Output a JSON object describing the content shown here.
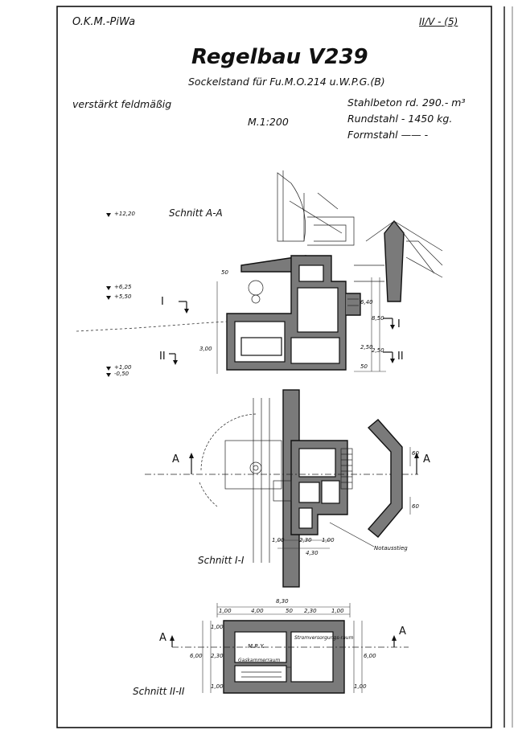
{
  "header": {
    "office": "O.K.M.-PiWa",
    "sheet_ref": "II/V - (5)",
    "title": "Regelbau V239",
    "subtitle": "Sockelstand für Fu.M.O.214 u.W.P.G.(B)",
    "grade": "verstärkt feldmäßig",
    "scale": "M.1:200",
    "concrete": "Stahlbeton rd. 290.- m³",
    "rebar": "Rundstahl - 1450 kg.",
    "profile_steel": "Formstahl —— -"
  },
  "section_aa": {
    "label": "Schnitt A-A",
    "levels": [
      "+12,20",
      "+6,25",
      "+5,50",
      "+1,00",
      "-0,50"
    ],
    "markers": [
      "I",
      "I",
      "II",
      "II"
    ],
    "dims": [
      "50",
      "6,40",
      "8,50",
      "2,50",
      "2,50",
      "50",
      "3,00"
    ]
  },
  "section_i": {
    "label": "Schnitt I-I",
    "markers": [
      "A",
      "A"
    ],
    "dims": [
      "1,00",
      "2,30",
      "1,00",
      "4,30",
      "60",
      "60"
    ],
    "note": "Notausstieg"
  },
  "section_ii": {
    "label": "Schnitt II-II",
    "markers": [
      "A",
      "A"
    ],
    "dims": [
      "8,30",
      "1,00",
      "4,00",
      "50",
      "2,30",
      "1,00",
      "6,00",
      "1,00",
      "2,30",
      "1,00",
      "6,00",
      "1,00"
    ],
    "rooms": [
      "M.R.Y.",
      "Stromversorgungs-raum",
      "Gaskammerraum"
    ]
  }
}
